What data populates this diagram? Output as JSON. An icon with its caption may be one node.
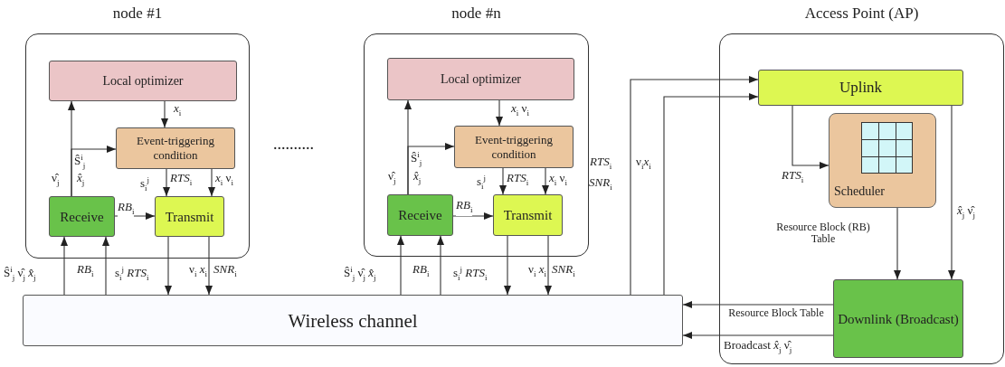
{
  "diagram": {
    "nodes": [
      {
        "text": [
          "node #1"
        ]
      },
      {
        "text": [
          "Local optimizer"
        ],
        "in": 0
      },
      {
        "text": [
          "Event-triggering condition"
        ],
        "in": 0
      },
      {
        "text": [
          "Receive"
        ],
        "in": 0
      },
      {
        "text": [
          "Transmit"
        ],
        "in": 0
      },
      {
        "text": [
          "node #n"
        ]
      },
      {
        "text": [
          "Local optimizer"
        ],
        "in": 5
      },
      {
        "text": [
          "Event-triggering condition"
        ],
        "in": 5
      },
      {
        "text": [
          "Receive"
        ],
        "in": 5
      },
      {
        "text": [
          "Transmit"
        ],
        "in": 5
      },
      {
        "text": [
          "Access Point (AP)"
        ]
      },
      {
        "text": [
          "Uplink"
        ],
        "in": 10
      },
      {
        "text": [
          "Scheduler"
        ],
        "in": 10
      },
      {
        "text": [
          "Downlink (Broadcast)"
        ],
        "in": 10
      },
      {
        "text": [
          "Wireless channel"
        ]
      }
    ],
    "edges": [
      {
        "from": 3,
        "to": 1,
        "arrow": "to"
      },
      {
        "from": 3,
        "to": 2,
        "arrow": "to",
        "label": "Ŝ$^{i}$$_{j}$"
      },
      {
        "from": 1,
        "to": 2,
        "arrow": "to",
        "label": "*x*$_{i}$"
      },
      {
        "from": 2,
        "to": 4,
        "arrow": "to",
        "label": "*RTS*$_{i}$"
      },
      {
        "from": 2,
        "to": 4,
        "arrow": "to",
        "label": "*x*$_{i}$ ν$_{i}$"
      },
      {
        "from": 3,
        "to": 4,
        "arrow": "to",
        "label": "*RB*$_{i}$"
      },
      {
        "from": 14,
        "to": 3,
        "arrow": "to",
        "label": "Ŝ$^{i}$$_{j}$ ν̂$_{j}$ *x̂*$_{j}$"
      },
      {
        "from": 14,
        "to": 3,
        "arrow": "to",
        "label": "*RB*$_{i}$"
      },
      {
        "from": 4,
        "to": 14,
        "arrow": "to",
        "label": "s$_{i}$$^{j}$ *RTS*$_{i}$"
      },
      {
        "from": 4,
        "to": 14,
        "arrow": "to",
        "label": "ν$_{i}$ *x*$_{i}$"
      },
      {
        "from": 8,
        "to": 6,
        "arrow": "to"
      },
      {
        "from": 8,
        "to": 7,
        "arrow": "to",
        "label": "Ŝ$^{i}$$_{j}$"
      },
      {
        "from": 6,
        "to": 7,
        "arrow": "to",
        "label": "*x*$_{i}$ ν$_{i}$"
      },
      {
        "from": 7,
        "to": 9,
        "arrow": "to",
        "label": "*RTS*$_{i}$"
      },
      {
        "from": 7,
        "to": 9,
        "arrow": "to",
        "label": "*x*$_{i}$ ν$_{i}$"
      },
      {
        "from": 8,
        "to": 9,
        "arrow": "to",
        "label": "*RB*$_{i}$"
      },
      {
        "from": 14,
        "to": 8,
        "arrow": "to",
        "label": "Ŝ$^{i}$$_{j}$ ν̂$_{j}$ *x̂*$_{j}$"
      },
      {
        "from": 14,
        "to": 8,
        "arrow": "to",
        "label": "*RB*$_{i}$"
      },
      {
        "from": 9,
        "to": 14,
        "arrow": "to",
        "label": "s$_{i}$$^{j}$ *RTS*$_{i}$"
      },
      {
        "from": 9,
        "to": 14,
        "arrow": "to",
        "label": "ν$_{i}$ *x*$_{i}$"
      },
      {
        "from": 14,
        "to": 11,
        "arrow": "to",
        "label": "ν$_{i}$*x*$_{i}$"
      },
      {
        "from": 14,
        "to": 11,
        "arrow": "to"
      },
      {
        "from": 11,
        "to": 12,
        "arrow": "to",
        "label": "*RTS*$_{i}$"
      },
      {
        "from": 12,
        "to": 13,
        "arrow": "to",
        "label": "Resource Block (RB) Table"
      },
      {
        "from": 11,
        "to": 13,
        "arrow": "to",
        "label": "*x̂*$_{j}$ ν̂$_{j}$"
      },
      {
        "from": 13,
        "to": 14,
        "arrow": "to",
        "label": "Resource Block Table"
      },
      {
        "from": 13,
        "to": 14,
        "arrow": "to",
        "label": "Broadcast *x̂*$_{j}$ ν̂$_{j}$"
      }
    ],
    "labels": [
      "ν̂$_{j}$",
      "*x̂*$_{j}$",
      "s$_{i}$$^{j}$",
      "..........",
      "ν̂$_{j}$",
      "*x̂*$_{j}$",
      "s$_{i}$$^{j}$",
      "*RTS*$_{i}$",
      "*SNR*$_{i}$",
      "*SNR*$_{i}$",
      "*SNR*$_{i}$"
    ]
  }
}
